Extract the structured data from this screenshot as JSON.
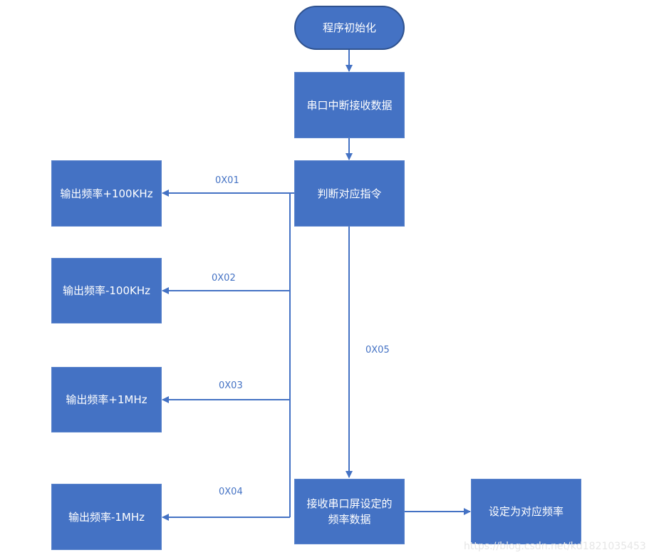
{
  "nodes": {
    "start": "程序初始化",
    "receive": "串口中断接收数据",
    "judge": "判断对应指令",
    "out1": "输出频率+100KHz",
    "out2": "输出频率-100KHz",
    "out3": "输出频率+1MHz",
    "out4": "输出频率-1MHz",
    "screen_line1": "接收串口屏设定的",
    "screen_line2": "频率数据",
    "set": "设定为对应频率"
  },
  "edges": {
    "e1": "0X01",
    "e2": "0X02",
    "e3": "0X03",
    "e4": "0X04",
    "e5": "0X05"
  },
  "watermark": "https://blog.csdn.net/kd1821035453",
  "colors": {
    "box": "#4472c4",
    "line": "#4472c4",
    "text": "#ffffff"
  }
}
